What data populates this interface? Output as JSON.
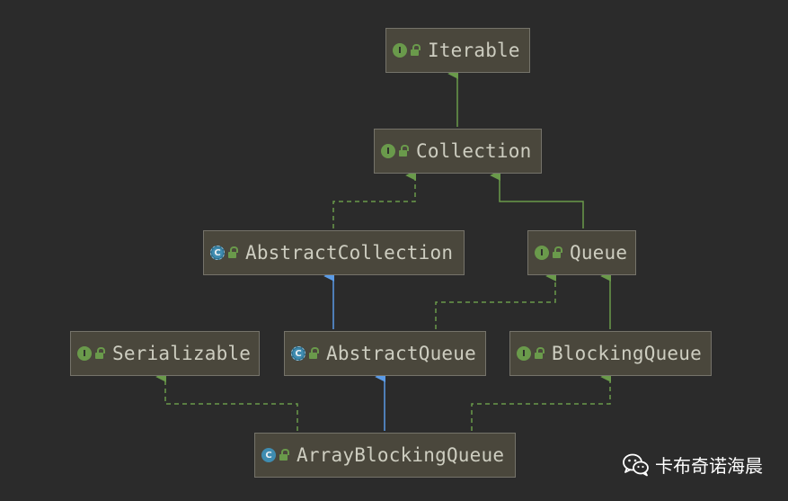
{
  "nodes": {
    "iterable": {
      "label": "Iterable",
      "kind": "interface",
      "icon": "interface-icon"
    },
    "collection": {
      "label": "Collection",
      "kind": "interface",
      "icon": "interface-icon"
    },
    "abstract_collection": {
      "label": "AbstractCollection",
      "kind": "abstract-class",
      "icon": "abstract-class-icon"
    },
    "queue": {
      "label": "Queue",
      "kind": "interface",
      "icon": "interface-icon"
    },
    "serializable": {
      "label": "Serializable",
      "kind": "interface",
      "icon": "interface-icon"
    },
    "abstract_queue": {
      "label": "AbstractQueue",
      "kind": "abstract-class",
      "icon": "abstract-class-icon"
    },
    "blocking_queue": {
      "label": "BlockingQueue",
      "kind": "interface",
      "icon": "interface-icon"
    },
    "array_blocking_queue": {
      "label": "ArrayBlockingQueue",
      "kind": "class",
      "icon": "class-icon"
    }
  },
  "edges": [
    {
      "from": "collection",
      "to": "iterable",
      "type": "extends"
    },
    {
      "from": "abstract_collection",
      "to": "collection",
      "type": "implements"
    },
    {
      "from": "queue",
      "to": "collection",
      "type": "extends"
    },
    {
      "from": "abstract_queue",
      "to": "abstract_collection",
      "type": "extends-class"
    },
    {
      "from": "abstract_queue",
      "to": "queue",
      "type": "implements"
    },
    {
      "from": "blocking_queue",
      "to": "queue",
      "type": "extends"
    },
    {
      "from": "array_blocking_queue",
      "to": "serializable",
      "type": "implements"
    },
    {
      "from": "array_blocking_queue",
      "to": "abstract_queue",
      "type": "extends-class"
    },
    {
      "from": "array_blocking_queue",
      "to": "blocking_queue",
      "type": "implements"
    }
  ],
  "colors": {
    "background": "#2b2b2b",
    "node_fill": "#4a473c",
    "interface_edge": "#6a9a4b",
    "class_edge": "#5b9be6",
    "text": "#cdcdc0"
  },
  "watermark": {
    "text": "卡布奇诺海晨",
    "icon": "wechat-icon"
  }
}
